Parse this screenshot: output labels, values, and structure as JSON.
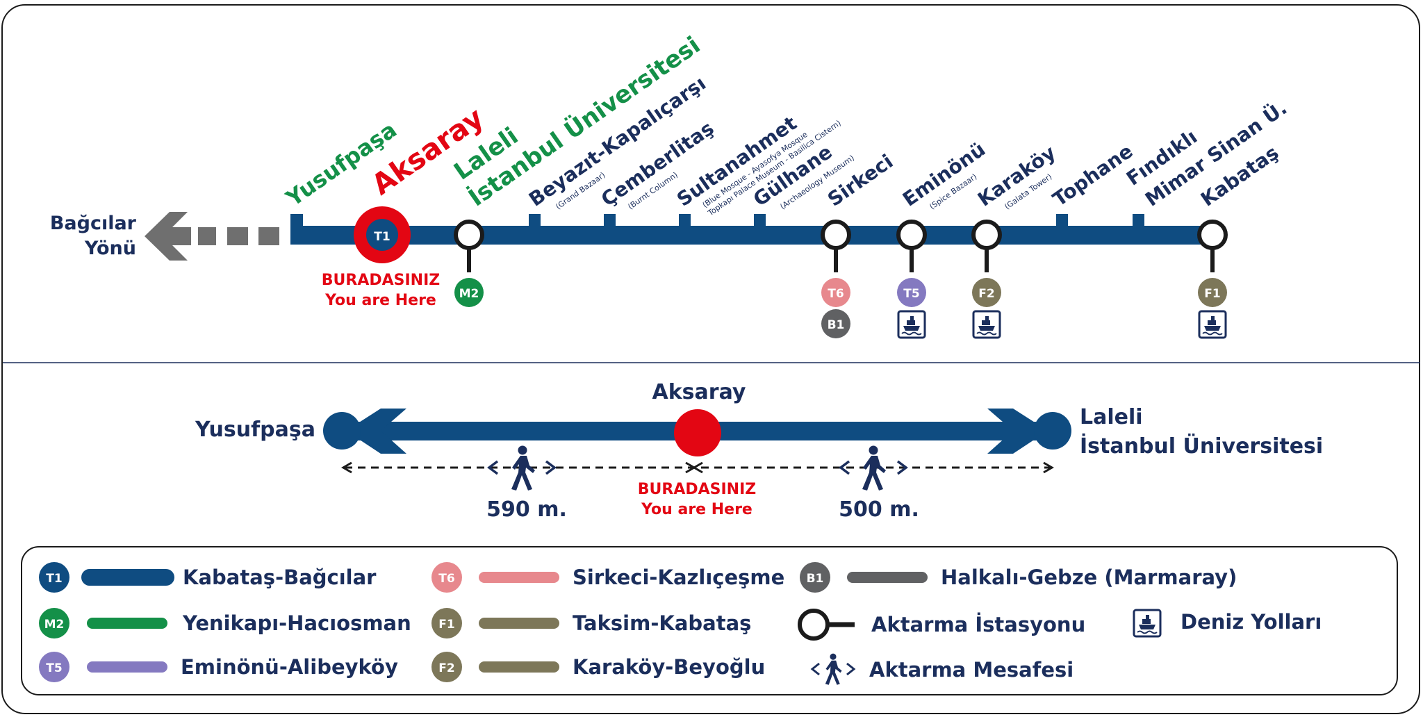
{
  "colors": {
    "t1": "#0f4c81",
    "m2": "#149048",
    "t5": "#8479c0",
    "t6": "#e7888d",
    "f": "#7d7759",
    "b1": "#606163",
    "red": "#e30613",
    "navy": "#1b2e5c",
    "green": "#149048",
    "gray": "#6f6f6f"
  },
  "direction": {
    "line1": "Bağcılar",
    "line2": "Yönü"
  },
  "stations": [
    {
      "name": "Yusufpaşa"
    },
    {
      "name": "Aksaray"
    },
    {
      "line1": "Laleli",
      "line2": "İstanbul Üniversitesi"
    },
    {
      "name": "Beyazıt-Kapalıçarşı",
      "sub": "(Grand Bazaar)"
    },
    {
      "name": "Çemberlitaş",
      "sub": "(Burnt Column)"
    },
    {
      "name": "Sultanahmet",
      "sub1": "(Blue Mosque - Ayasofya Mosque",
      "sub2": "Topkapı Palace Museum - Basilica Cistern)"
    },
    {
      "name": "Gülhane",
      "sub": "(Archaeology Museum)"
    },
    {
      "name": "Sirkeci"
    },
    {
      "name": "Eminönü",
      "sub": "(Spice Bazaar)"
    },
    {
      "name": "Karaköy",
      "sub": "(Galata Tower)"
    },
    {
      "name": "Tophane"
    },
    {
      "name": "Fındıklı"
    },
    {
      "name": "Mimar Sinan Ü."
    },
    {
      "name": "Kabataş"
    }
  ],
  "current_badge": "T1",
  "you_are_here": {
    "tr": "BURADASINIZ",
    "en": "You are Here"
  },
  "transfers": {
    "laleli": [
      "M2"
    ],
    "sirkeci": [
      "T6",
      "B1"
    ],
    "eminonu": [
      "T5"
    ],
    "karakoy": [
      "F2"
    ],
    "kabatas": [
      "F1"
    ]
  },
  "detail": {
    "center": "Aksaray",
    "left": "Yusufpaşa",
    "right_line1": "Laleli",
    "right_line2": "İstanbul Üniversitesi",
    "dist_left": "590 m.",
    "dist_right": "500 m."
  },
  "legend": {
    "lines": [
      {
        "code": "T1",
        "name": "Kabataş-Bağcılar"
      },
      {
        "code": "M2",
        "name": "Yenikapı-Hacıosman"
      },
      {
        "code": "T5",
        "name": "Eminönü-Alibeyköy"
      },
      {
        "code": "T6",
        "name": "Sirkeci-Kazlıçeşme"
      },
      {
        "code": "F1",
        "name": "Taksim-Kabataş"
      },
      {
        "code": "F2",
        "name": "Karaköy-Beyoğlu"
      },
      {
        "code": "B1",
        "name": "Halkalı-Gebze (Marmaray)"
      }
    ],
    "transfer_station": "Aktarma İstasyonu",
    "transfer_distance": "Aktarma Mesafesi",
    "sea_lines": "Deniz Yolları"
  }
}
